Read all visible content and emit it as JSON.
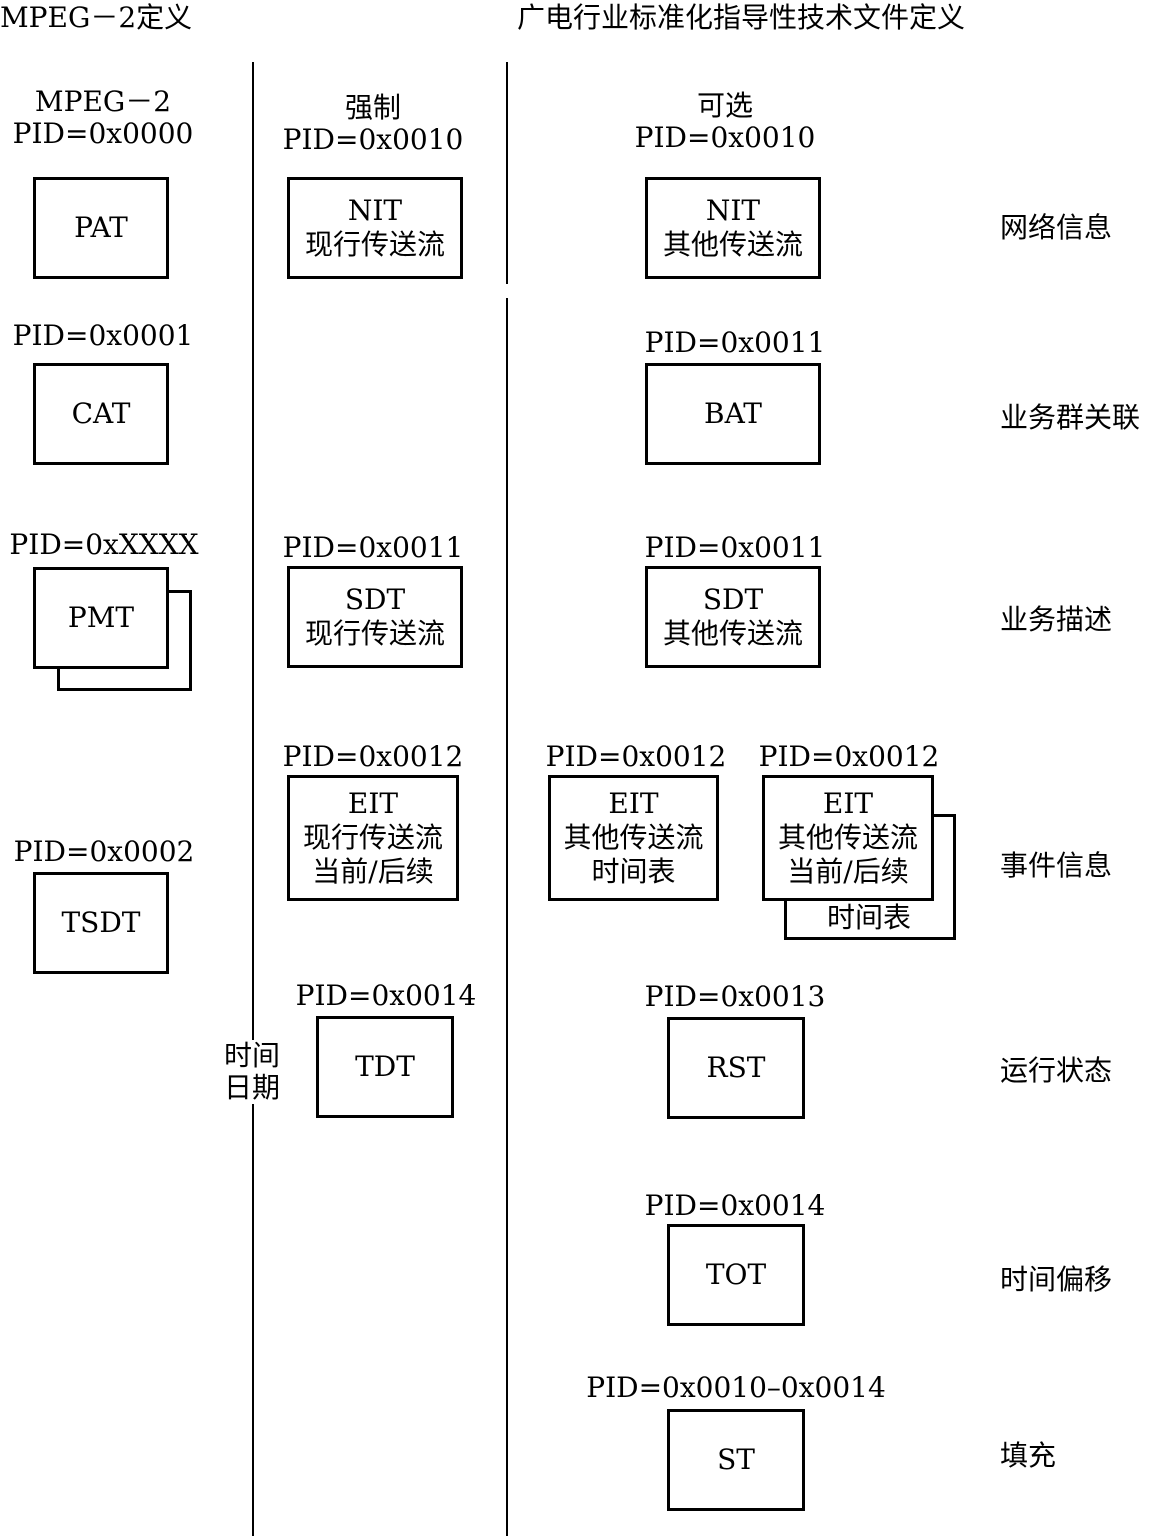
{
  "headers": {
    "left": "MPEG－2定义",
    "right": "广电行业标准化指导性技术文件定义"
  },
  "col_headers": {
    "mpeg": [
      "MPEG－2",
      "PID=0x0000"
    ],
    "mandatory": [
      "强制",
      "PID=0x0010"
    ],
    "optional": [
      "可选",
      "PID=0x0010"
    ]
  },
  "mpeg_tables": {
    "pat": {
      "box": [
        "PAT"
      ]
    },
    "cat": {
      "pid": "PID=0x0001",
      "box": [
        "CAT"
      ]
    },
    "pmt": {
      "pid": "PID=0xXXXX",
      "box": [
        "PMT"
      ]
    },
    "tsdt": {
      "pid": "PID=0x0002",
      "box": [
        "TSDT"
      ]
    }
  },
  "mandatory_tables": {
    "nit": {
      "box": [
        "NIT",
        "现行传送流"
      ]
    },
    "sdt": {
      "pid": "PID=0x0011",
      "box": [
        "SDT",
        "现行传送流"
      ]
    },
    "eit": {
      "pid": "PID=0x0012",
      "box": [
        "EIT",
        "现行传送流",
        "当前/后续"
      ]
    },
    "tdt": {
      "pid": "PID=0x0014",
      "box": [
        "TDT"
      ],
      "side_label": [
        "时间",
        "日期"
      ]
    }
  },
  "optional_tables": {
    "nit": {
      "box": [
        "NIT",
        "其他传送流"
      ]
    },
    "bat": {
      "pid": "PID=0x0011",
      "box": [
        "BAT"
      ]
    },
    "sdt": {
      "pid": "PID=0x0011",
      "box": [
        "SDT",
        "其他传送流"
      ]
    },
    "eit_schedule": {
      "pid": "PID=0x0012",
      "box": [
        "EIT",
        "其他传送流",
        "时间表"
      ]
    },
    "eit_pf": {
      "pid": "PID=0x0012",
      "box": [
        "EIT",
        "其他传送流",
        "当前/后续"
      ],
      "back_label": "时间表"
    },
    "rst": {
      "pid": "PID=0x0013",
      "box": [
        "RST"
      ]
    },
    "tot": {
      "pid": "PID=0x0014",
      "box": [
        "TOT"
      ]
    },
    "st": {
      "pid": "PID=0x0010–0x0014",
      "box": [
        "ST"
      ]
    }
  },
  "row_labels": [
    "网络信息",
    "业务群关联",
    "业务描述",
    "事件信息",
    "运行状态",
    "时间偏移",
    "填充"
  ]
}
